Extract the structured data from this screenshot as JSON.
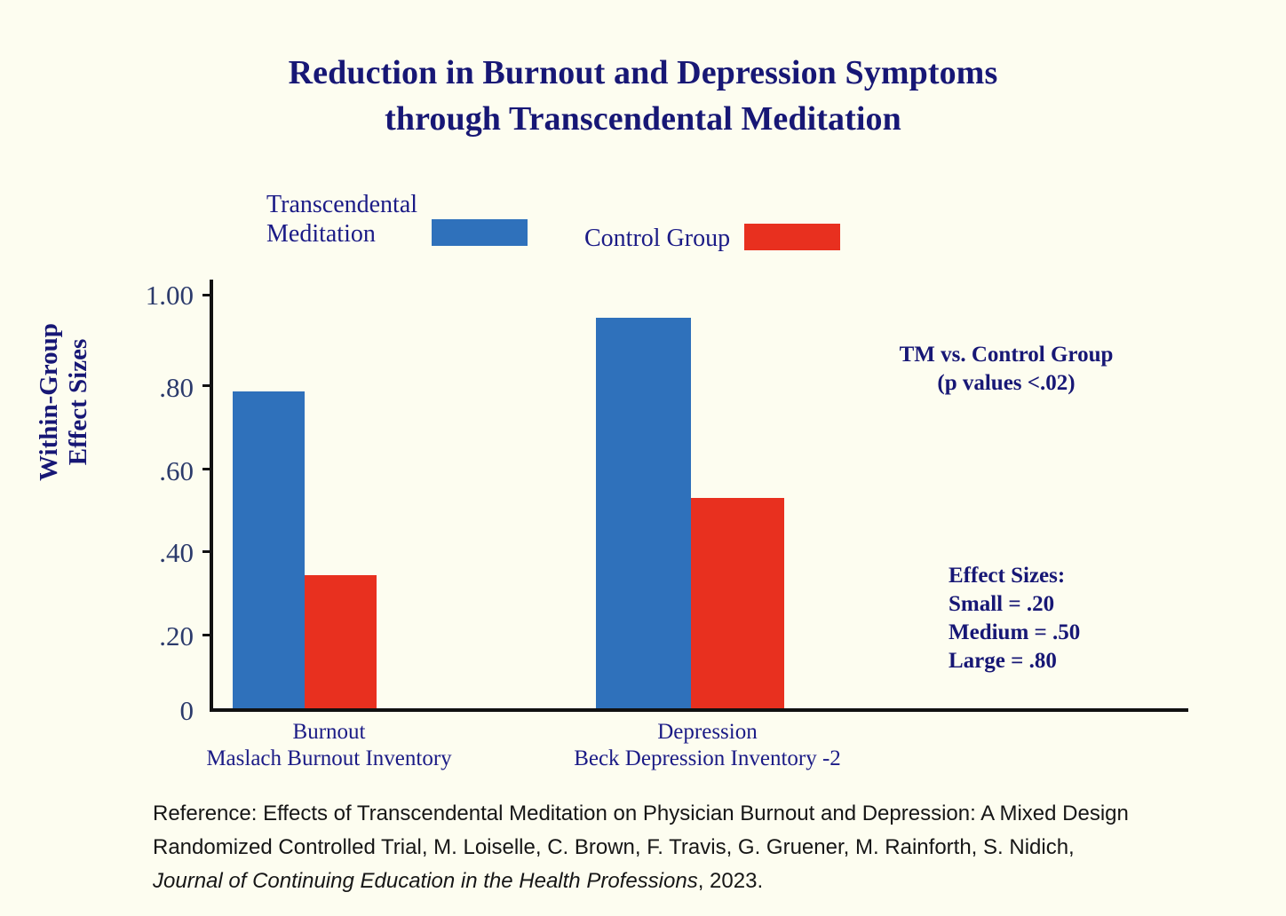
{
  "title": {
    "line1": "Reduction in Burnout and Depression Symptoms",
    "line2": "through Transcendental Meditation"
  },
  "legend": {
    "tm_label": "Transcendental\nMeditation",
    "control_label": "Control Group"
  },
  "y_axis": {
    "title": "Within-Group\nEffect Sizes",
    "ticks": [
      "1.00",
      ".80",
      ".60",
      ".40",
      ".20",
      "0"
    ]
  },
  "x_axis": {
    "categories": [
      "Burnout\nMaslach Burnout Inventory",
      "Depression\nBeck Depression Inventory -2"
    ]
  },
  "annotations": {
    "pvalue": "TM vs. Control Group\n(p values <.02)",
    "effect_sizes": "Effect Sizes:\nSmall = .20\nMedium = .50\nLarge = .80"
  },
  "reference": {
    "line1": "Reference: Effects of Transcendental Meditation on Physician Burnout and Depression: A Mixed Design",
    "line2": "Randomized Controlled Trial, M. Loiselle, C. Brown, F. Travis, G. Gruener, M. Rainforth, S. Nidich,",
    "journal": "Journal of Continuing Education in the Health Professions",
    "line3_tail": ", 2023."
  },
  "colors": {
    "tm": "#2f71bb",
    "control": "#e8301f",
    "title_navy": "#171775",
    "background": "#fdfdf0"
  },
  "chart_data": {
    "type": "bar",
    "title": "Reduction in Burnout and Depression Symptoms through Transcendental Meditation",
    "xlabel": "",
    "ylabel": "Within-Group Effect Sizes",
    "ylim": [
      0,
      1.0
    ],
    "yticks": [
      0,
      0.2,
      0.4,
      0.6,
      0.8,
      1.0
    ],
    "ytick_labels": [
      "0",
      ".20",
      ".40",
      ".60",
      ".80",
      "1.00"
    ],
    "grid": false,
    "legend_position": "top-left",
    "categories": [
      "Burnout\nMaslach Burnout Inventory",
      "Depression\nBeck Depression Inventory -2"
    ],
    "series": [
      {
        "name": "Transcendental Meditation",
        "color": "#2f71bb",
        "values": [
          0.74,
          0.91
        ]
      },
      {
        "name": "Control Group",
        "color": "#e8301f",
        "values": [
          0.31,
          0.49
        ]
      }
    ],
    "annotations": [
      "TM vs. Control Group (p values <.02)",
      "Effect Sizes: Small = .20, Medium = .50, Large = .80"
    ]
  }
}
